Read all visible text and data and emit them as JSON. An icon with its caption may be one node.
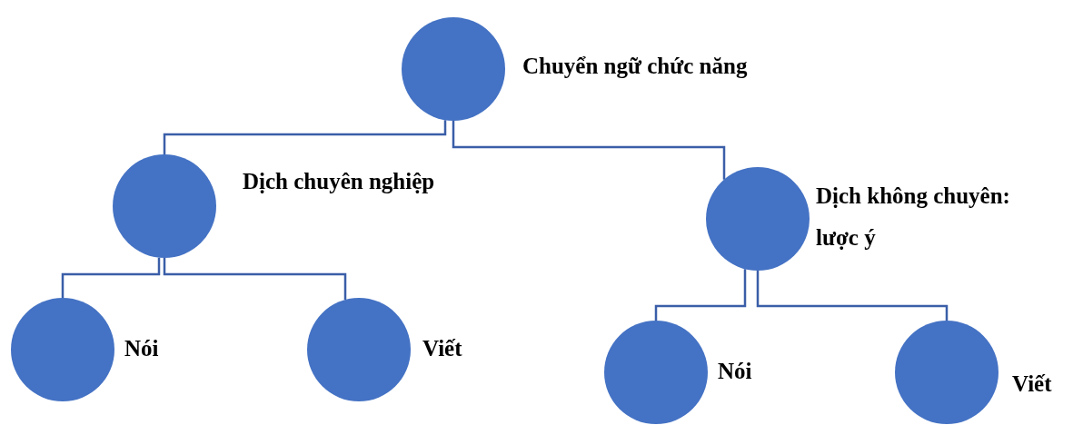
{
  "diagram": {
    "nodes": [
      {
        "text": [],
        "shape": "circle",
        "beside": [
          "Chuyển ngữ chức năng"
        ]
      },
      {
        "text": [],
        "shape": "circle",
        "beside": [
          "Dịch chuyên nghiệp"
        ]
      },
      {
        "text": [],
        "shape": "circle",
        "beside": [
          "Nói"
        ]
      },
      {
        "text": [],
        "shape": "circle",
        "beside": [
          "Viết"
        ]
      },
      {
        "text": [],
        "shape": "circle",
        "beside": [
          "Dịch không chuyên: lược ý"
        ]
      },
      {
        "text": [],
        "shape": "circle",
        "beside": [
          "Nói"
        ]
      },
      {
        "text": [],
        "shape": "circle",
        "beside": [
          "Viết"
        ]
      }
    ],
    "edges": [
      {
        "from": 0,
        "to": 1,
        "arrow": "none"
      },
      {
        "from": 0,
        "to": 4,
        "arrow": "none"
      },
      {
        "from": 1,
        "to": 2,
        "arrow": "none"
      },
      {
        "from": 1,
        "to": 3,
        "arrow": "none"
      },
      {
        "from": 4,
        "to": 5,
        "arrow": "none"
      },
      {
        "from": 4,
        "to": 6,
        "arrow": "none"
      }
    ]
  }
}
